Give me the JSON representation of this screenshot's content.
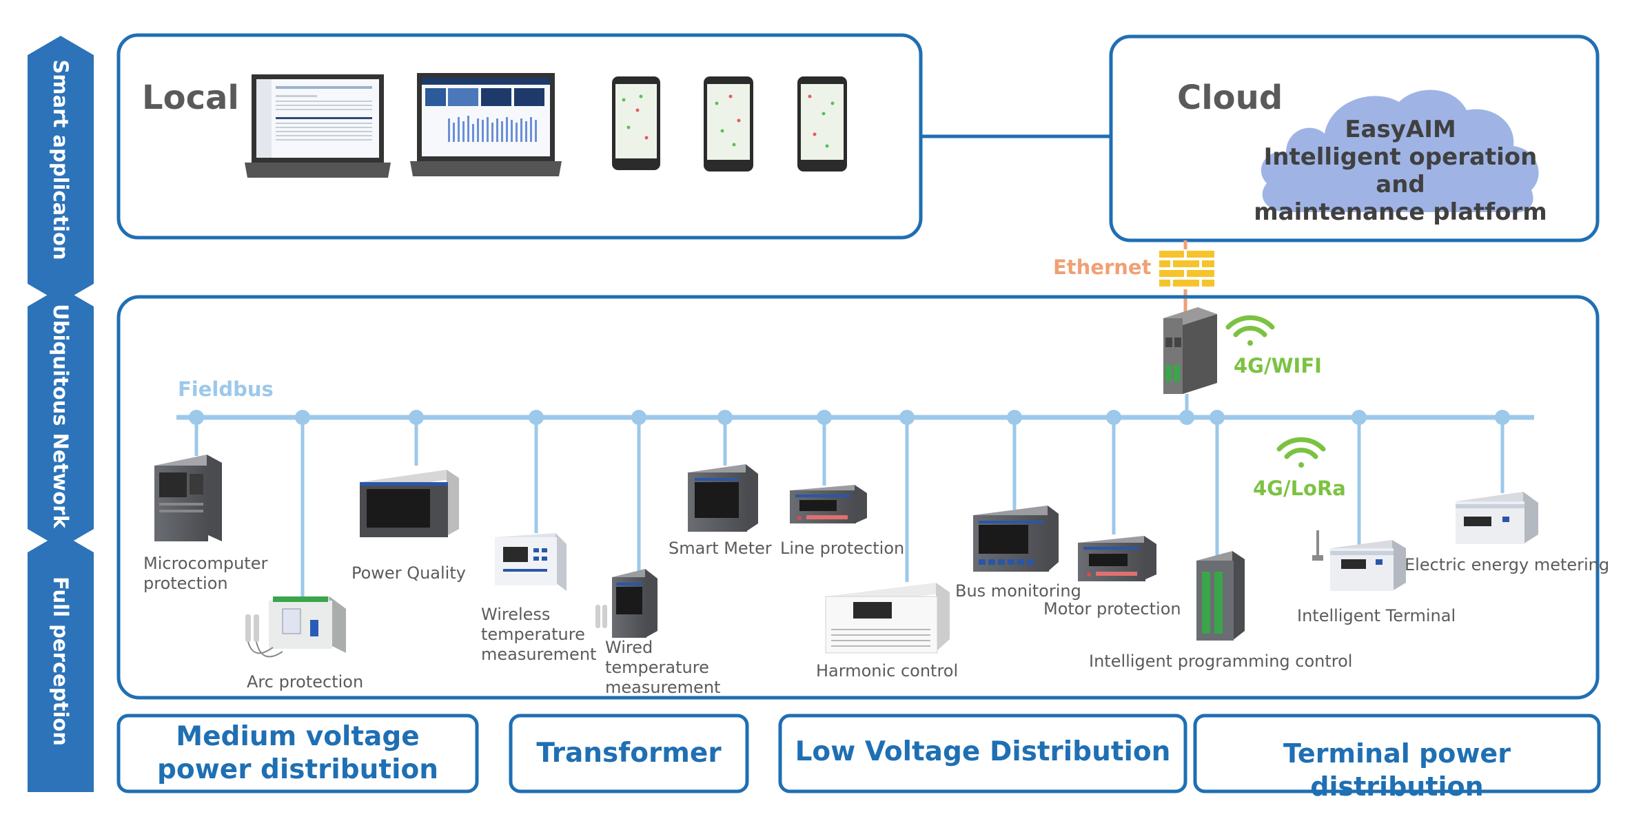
{
  "layers": {
    "smart_application": "Smart application",
    "ubiquitous_network": "Ubiquitous Network",
    "full_perception": "Full perception"
  },
  "local": {
    "title": "Local"
  },
  "cloud": {
    "title": "Cloud",
    "platform_name": "EasyAIM",
    "platform_line1": "Intelligent operation and",
    "platform_line2": "maintenance platform"
  },
  "network": {
    "ethernet": "Ethernet",
    "wifi": "4G/WIFI",
    "lora": "4G/LoRa",
    "fieldbus": "Fieldbus"
  },
  "devices": {
    "microcomputer_protection_1": "Microcomputer",
    "microcomputer_protection_2": "protection",
    "arc_protection": "Arc protection",
    "power_quality": "Power Quality",
    "wireless_temp_1": "Wireless",
    "wireless_temp_2": "temperature",
    "wireless_temp_3": "measurement",
    "wired_temp_1": "Wired",
    "wired_temp_2": "temperature",
    "wired_temp_3": "measurement",
    "smart_meter": "Smart Meter",
    "line_protection": "Line protection",
    "harmonic_control": "Harmonic control",
    "bus_monitoring": "Bus monitoring",
    "motor_protection": "Motor protection",
    "intelligent_programming_control": "Intelligent programming control",
    "intelligent_terminal": "Intelligent Terminal",
    "electric_energy_metering": "Electric energy metering"
  },
  "categories": {
    "medium_voltage_1": "Medium voltage",
    "medium_voltage_2": "power distribution",
    "transformer": "Transformer",
    "low_voltage": "Low Voltage Distribution",
    "terminal_power": "Terminal power distribution"
  },
  "colors": {
    "dark_blue": "#1f6fb3",
    "fieldbus_blue": "#9cc8ea",
    "ethernet_orange": "#f0a074",
    "signal_green": "#7cc242",
    "firewall_yellow": "#f5c42c"
  }
}
